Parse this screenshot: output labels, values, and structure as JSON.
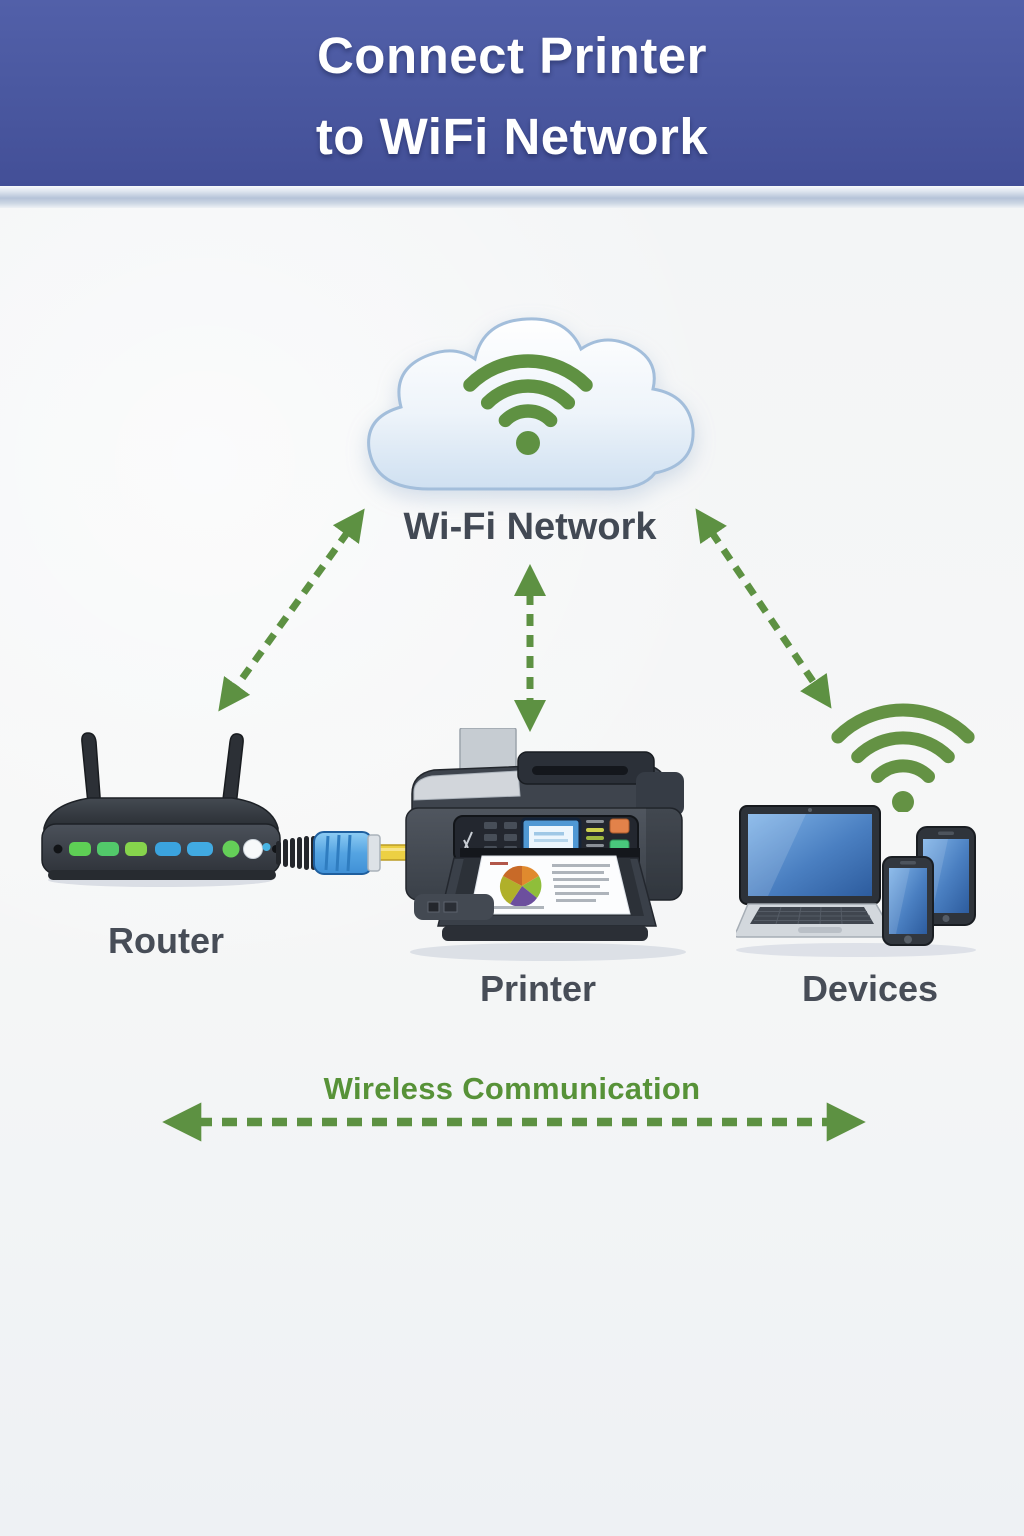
{
  "header": {
    "title_line1": "Connect Printer",
    "title_line2": "to WiFi Network"
  },
  "labels": {
    "cloud": "Wi-Fi Network",
    "router": "Router",
    "printer": "Printer",
    "devices": "Devices",
    "wireless": "Wireless Communication"
  },
  "colors": {
    "header_blue": "#4a58a0",
    "wifi_green": "#5f9142",
    "arrow_green": "#5d9142",
    "label_gray": "#474d57",
    "cloud_fill": "#e9f1f9",
    "cable_yellow": "#ecd043",
    "connector_blue": "#4f9fdf",
    "device_screen_blue": "#4a7fc1",
    "led_green": "#5ecf55",
    "led_blue": "#3ba3de",
    "button_orange": "#e2824a",
    "button_green": "#49c87c"
  },
  "icons": {
    "cloud": "cloud-icon",
    "wifi": "wifi-icon",
    "router": "router-icon",
    "ethernet_cable": "ethernet-cable-icon",
    "printer": "printer-icon",
    "laptop": "laptop-icon",
    "tablet": "tablet-icon",
    "phone": "phone-icon",
    "arrow": "dashed-double-arrow-icon"
  }
}
